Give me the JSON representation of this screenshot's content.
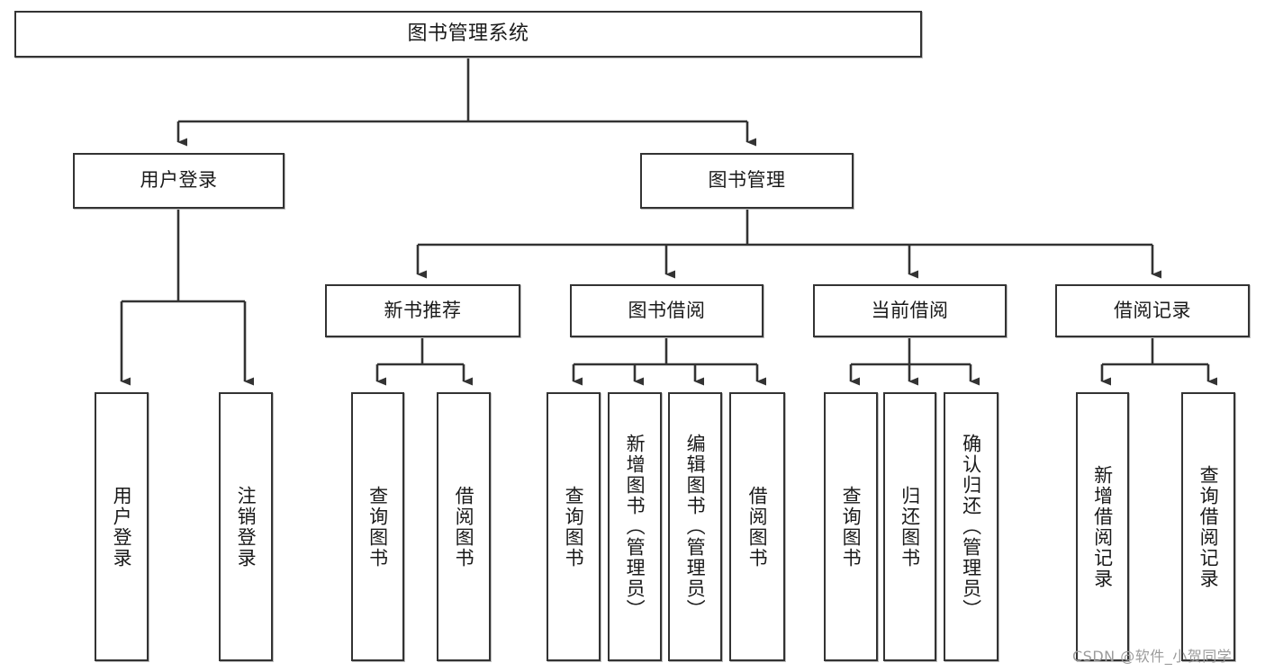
{
  "diagram": {
    "title": "图书管理系统",
    "levels": {
      "root": {
        "label": "图书管理系统"
      },
      "level2": [
        {
          "id": "user-login",
          "label": "用户登录"
        },
        {
          "id": "book-management",
          "label": "图书管理"
        }
      ],
      "level3": [
        {
          "id": "new-book-recommend",
          "label": "新书推荐"
        },
        {
          "id": "book-borrow",
          "label": "图书借阅"
        },
        {
          "id": "current-borrow",
          "label": "当前借阅"
        },
        {
          "id": "borrow-record",
          "label": "借阅记录"
        }
      ],
      "leaves": [
        {
          "id": "leaf-user-login",
          "label": "用户登录",
          "parent": "user-login"
        },
        {
          "id": "leaf-user-logout",
          "label": "注销登录",
          "parent": "user-login"
        },
        {
          "id": "leaf-query-book-1",
          "label": "查询图书",
          "parent": "new-book-recommend"
        },
        {
          "id": "leaf-borrow-book-1",
          "label": "借阅图书",
          "parent": "new-book-recommend"
        },
        {
          "id": "leaf-query-book-2",
          "label": "查询图书",
          "parent": "book-borrow"
        },
        {
          "id": "leaf-add-book",
          "label": "新增图书（管理员）",
          "parent": "book-borrow"
        },
        {
          "id": "leaf-edit-book",
          "label": "编辑图书（管理员）",
          "parent": "book-borrow"
        },
        {
          "id": "leaf-borrow-book-2",
          "label": "借阅图书",
          "parent": "book-borrow"
        },
        {
          "id": "leaf-query-book-3",
          "label": "查询图书",
          "parent": "current-borrow"
        },
        {
          "id": "leaf-return-book",
          "label": "归还图书",
          "parent": "current-borrow"
        },
        {
          "id": "leaf-confirm-return",
          "label": "确认归还（管理员）",
          "parent": "current-borrow"
        },
        {
          "id": "leaf-add-record",
          "label": "新增借阅记录",
          "parent": "borrow-record"
        },
        {
          "id": "leaf-query-record",
          "label": "查询借阅记录",
          "parent": "borrow-record"
        }
      ]
    },
    "colors": {
      "stroke": "#333333",
      "background": "#ffffff",
      "text": "#1a1a1a",
      "watermark": "#9b9b9b"
    }
  },
  "watermark": {
    "text": "CSDN @软件_小贺同学"
  }
}
